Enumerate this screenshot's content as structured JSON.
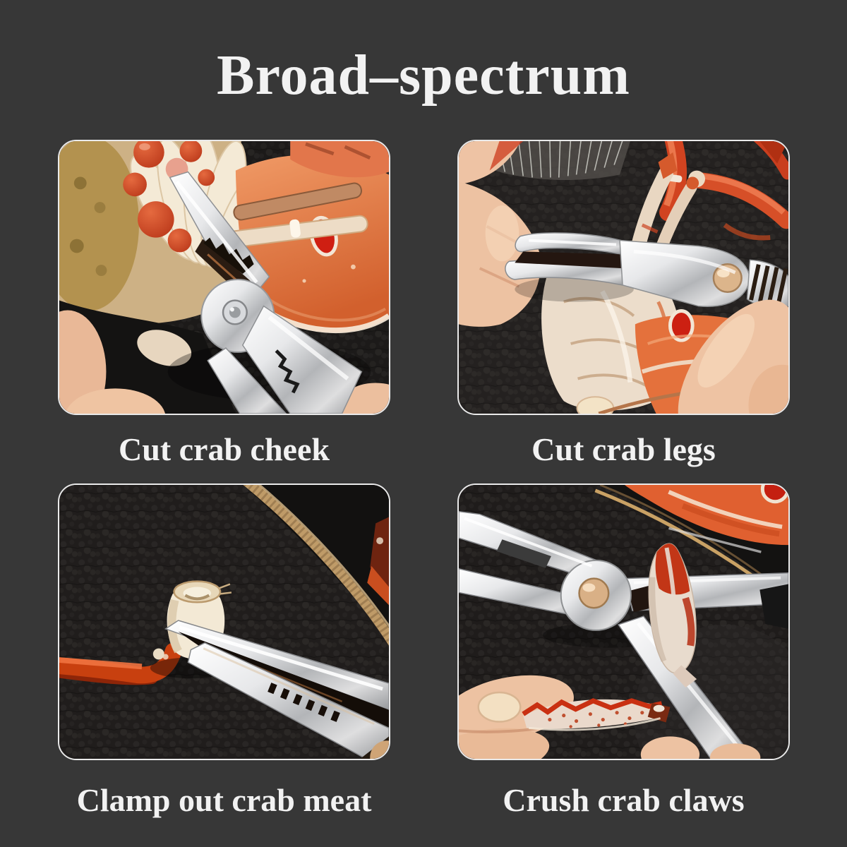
{
  "page": {
    "title": "Broad–spectrum",
    "colors": {
      "background": "#373737",
      "text": "#f2f2f2",
      "panel_border": "#eaeaea"
    }
  },
  "panels": [
    {
      "id": "cut-crab-cheek",
      "caption": "Cut crab cheek"
    },
    {
      "id": "cut-crab-legs",
      "caption": "Cut crab legs"
    },
    {
      "id": "clamp-out-crab-meat",
      "caption": "Clamp out crab meat"
    },
    {
      "id": "crush-crab-claws",
      "caption": "Crush crab claws"
    }
  ]
}
